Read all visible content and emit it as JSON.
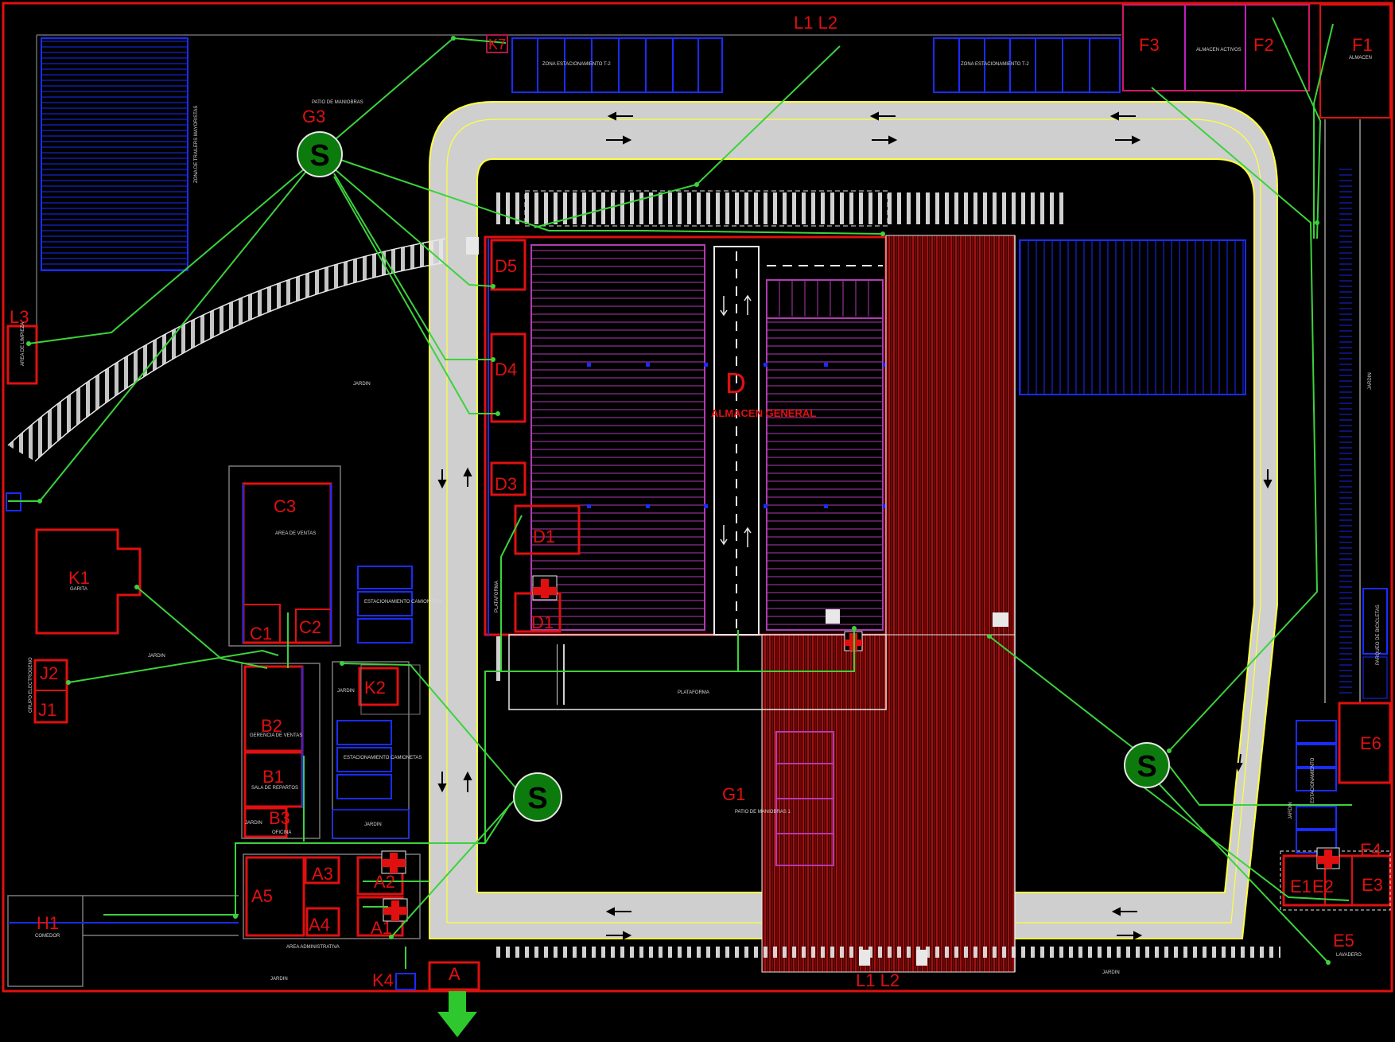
{
  "colors": {
    "background": "#000000",
    "boundary": "#e01010",
    "route": "#3cd23c",
    "road": "#c8c8c8",
    "road_edge": "#ffff40",
    "parking": "#1a2cff",
    "warehouse": "#e01010",
    "rack": "#b03cb0",
    "hatch": "#c01818",
    "assembly_point": "#0d7a0d"
  },
  "labels": {
    "L1L2_top": "L1  L2",
    "L1L2_bottom": "L1 L2",
    "F1": "F1",
    "F2": "F2",
    "F3": "F3",
    "K7": "K7",
    "G3": "G3",
    "L3": "L3",
    "D": "D",
    "D1a": "D1",
    "D1b": "D1",
    "D3": "D3",
    "D4": "D4",
    "D5": "D5",
    "C1": "C1",
    "C2": "C2",
    "C3": "C3",
    "K1": "K1",
    "K2": "K2",
    "K4": "K4",
    "J1": "J1",
    "J2": "J2",
    "B1": "B1",
    "B2": "B2",
    "B3": "B3",
    "A": "A",
    "A1": "A1",
    "A2": "A2",
    "A3": "A3",
    "A4": "A4",
    "A5": "A5",
    "H1": "H1",
    "G1": "G1",
    "E1": "E1",
    "E2": "E2",
    "E3": "E3",
    "E4": "E4",
    "E5": "E5",
    "E6": "E6",
    "almacen_general": "ALMACEN GENERAL"
  },
  "small_text": {
    "zona_est_1": "ZONA ESTACIONAMIENTO T-2",
    "zona_est_2": "ZONA ESTACIONAMIENTO T-2",
    "almacen_activos": "ALMACEN ACTIVOS",
    "almacen_f1": "ALMACEN",
    "patio_maniobras": "PATIO DE MANIOBRAS",
    "zona_trailers": "ZONA DE TRAILERS MAYORISTAS",
    "area_limpieza": "AREA DE LIMPIEZA",
    "jardin_1": "JARDIN",
    "jardin_2": "JARDIN",
    "jardin_3": "JARDIN",
    "jardin_4": "JARDIN",
    "jardin_5": "JARDIN",
    "jardin_6": "JARDIN",
    "jardin_7": "JARDIN",
    "jardin_8": "JARDIN",
    "jardin_9": "JARDIN",
    "area_ventas": "AREA DE VENTAS",
    "est_camionetas_1": "ESTACIONAMIENTO CAMIONETAS",
    "est_camionetas_2": "ESTACIONAMIENTO CAMIONETAS",
    "garita": "GARITA",
    "grupo_electrogeno": "GRUPO ELECTROGENO",
    "gerencia": "GERENCIA DE VENTAS",
    "sala_repartos": "SALA DE REPARTOS",
    "oficina": "OFICINA",
    "comedor": "COMEDOR",
    "area_admin": "AREA ADMINISTRATIVA",
    "plataforma": "PLATAFORMA",
    "plataforma_v": "PLATAFORMA",
    "patio_maniobras_2": "PATIO DE MANIOBRAS 1",
    "lavadero": "LAVADERO",
    "parqueo_bicicletas": "PARQUEO DE BICICLETAS",
    "estacionamiento_e": "ESTACIONAMIENTO"
  },
  "assembly_points": [
    {
      "id": "G3",
      "symbol": "S"
    },
    {
      "id": "center",
      "symbol": "S"
    },
    {
      "id": "right",
      "symbol": "S"
    }
  ]
}
